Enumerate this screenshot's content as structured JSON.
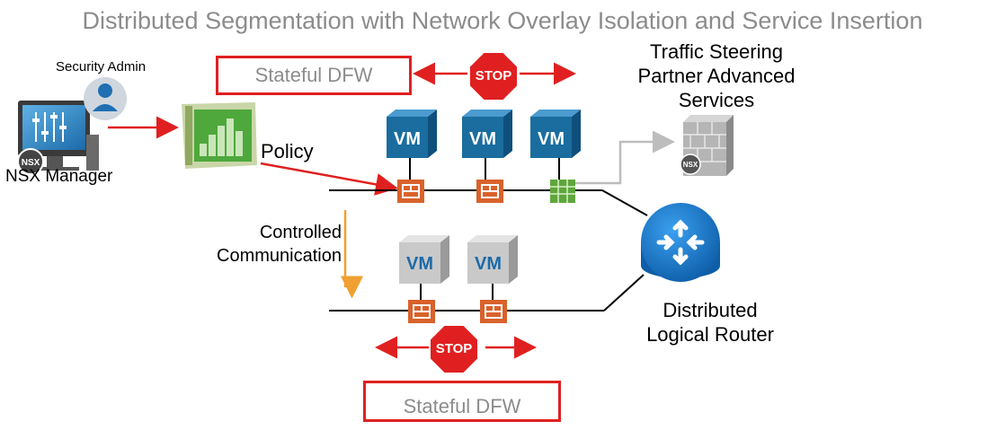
{
  "title": "Distributed Segmentation with Network Overlay Isolation and Service Insertion",
  "labels": {
    "security_admin": "Security Admin",
    "nsx_manager": "NSX Manager",
    "nsx_badge": "NSX",
    "policy": "Policy",
    "controlled_line1": "Controlled",
    "controlled_line2": "Communication",
    "traffic_line1": "Traffic Steering",
    "traffic_line2": "Partner Advanced",
    "traffic_line3": "Services",
    "router_line1": "Distributed",
    "router_line2": "Logical Router",
    "stop": "STOP",
    "vm": "VM"
  },
  "dfw_top": "Stateful DFW",
  "dfw_bottom": "Stateful DFW",
  "colors": {
    "vm_active": "#1a6d9e",
    "vm_inactive": "#c9c9c9",
    "firewall": "#d9622b",
    "partner_firewall": "#5fa63c",
    "stop": "#e02020",
    "router": "#1e7fcf",
    "policy_arrow": "#e02020",
    "controlled_arrow": "#f0a030"
  },
  "icons": [
    "monitor-icon",
    "admin-avatar-icon",
    "policy-document-icon",
    "firewall-icon",
    "stop-sign-icon",
    "router-icon",
    "partner-firewall-icon"
  ]
}
